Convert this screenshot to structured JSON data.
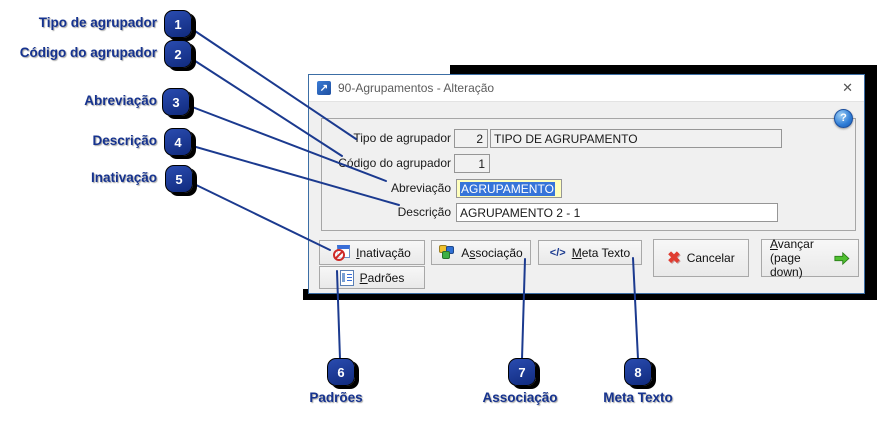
{
  "colors": {
    "callout_navy": "#16338f",
    "line_navy": "#1b3a8f",
    "field_yellow": "#ffffbd",
    "selection_blue": "#3674d9",
    "cancel_red": "#e03c31",
    "advance_green": "#4fc030",
    "dialog_border": "#3c6ea5"
  },
  "callouts": {
    "left": [
      {
        "num": "1",
        "label": "Tipo de agrupador"
      },
      {
        "num": "2",
        "label": "Código do agrupador"
      },
      {
        "num": "3",
        "label": "Abreviação"
      },
      {
        "num": "4",
        "label": "Descrição"
      },
      {
        "num": "5",
        "label": "Inativação"
      }
    ],
    "bottom": [
      {
        "num": "6",
        "label": "Padrões"
      },
      {
        "num": "7",
        "label": "Associação"
      },
      {
        "num": "8",
        "label": "Meta Texto"
      }
    ]
  },
  "dialog": {
    "title": "90-Agrupamentos - Alteração",
    "title_icon": "↗",
    "close_icon": "✕",
    "help_icon": "?",
    "fields": {
      "tipo": {
        "label": "Tipo de agrupador",
        "code": "2",
        "value": "TIPO DE AGRUPAMENTO"
      },
      "codigo": {
        "label": "Código do agrupador",
        "code": "1"
      },
      "abreviacao": {
        "label": "Abreviação",
        "value": "AGRUPAMENTO"
      },
      "descricao": {
        "label": "Descrição",
        "value": "AGRUPAMENTO 2 - 1"
      }
    },
    "buttons": {
      "inativacao": {
        "mn": "I",
        "rest": "nativação"
      },
      "associacao": {
        "pre": "A",
        "mn": "s",
        "rest": "sociação"
      },
      "meta_texto": {
        "icon": "</>",
        "mn": "M",
        "rest": "eta Texto"
      },
      "cancelar": {
        "icon": "✖",
        "label": "Cancelar"
      },
      "avancar": {
        "mn": "A",
        "rest": "vançar",
        "line2": "(page down)"
      },
      "padroes": {
        "mn": "P",
        "rest": "adrões"
      }
    }
  }
}
